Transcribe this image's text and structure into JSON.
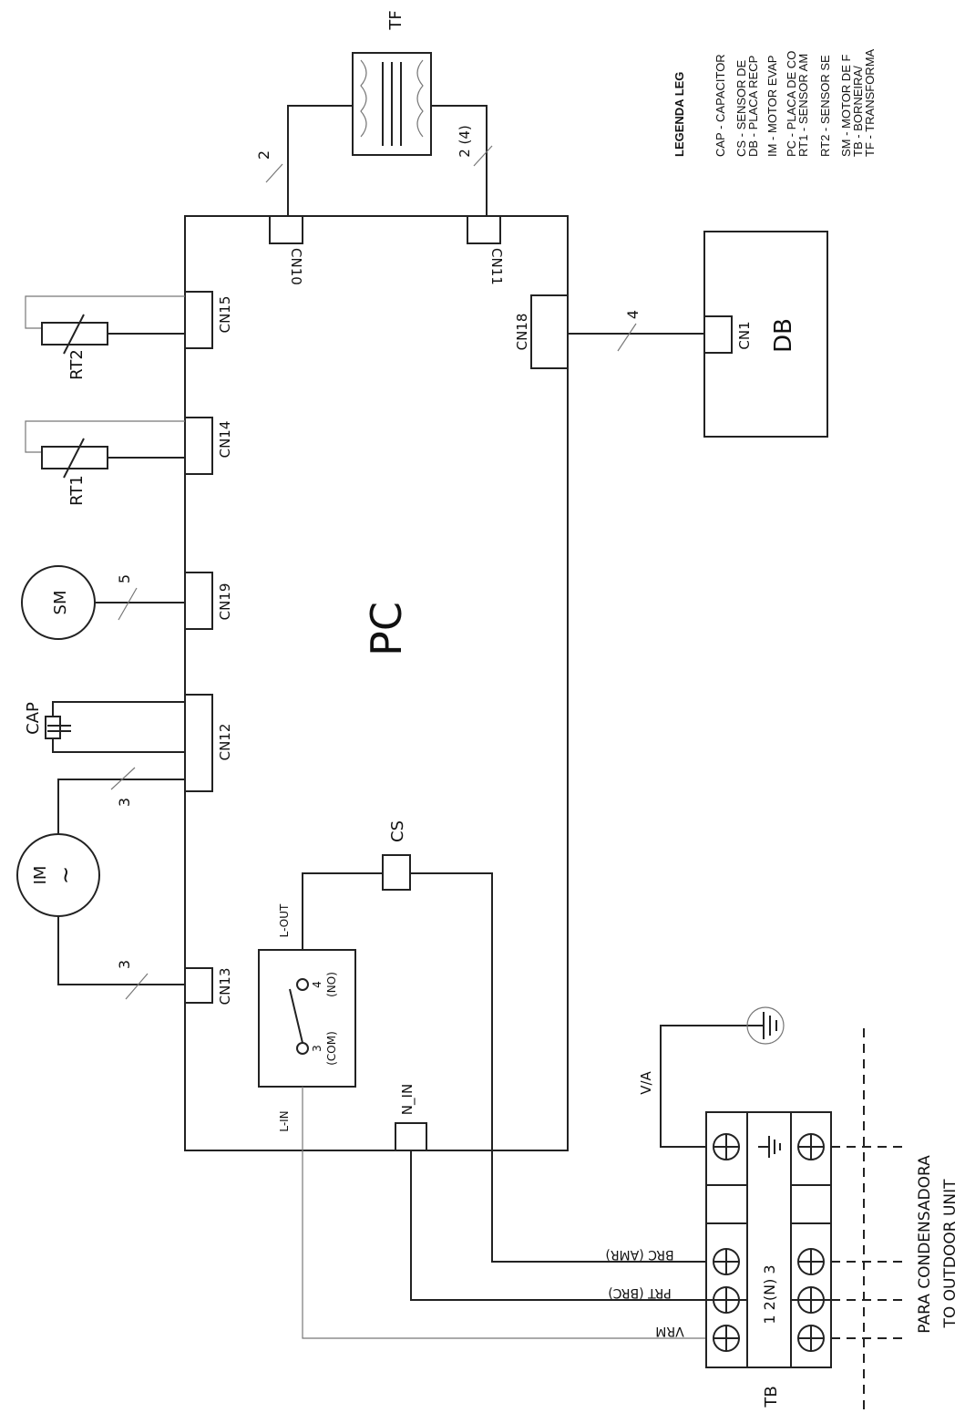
{
  "board_label": "PC",
  "components": {
    "transformer": "TF",
    "display_board": "DB",
    "terminal_block": "TB",
    "current_sensor": "CS",
    "indoor_motor": "IM",
    "indoor_motor_symbol": "~",
    "swing_motor": "SM",
    "capacitor": "CAP",
    "sensor_rt1": "RT1",
    "sensor_rt2": "RT2"
  },
  "connectors": {
    "cn10": "CN10",
    "cn11": "CN11",
    "cn18": "CN18",
    "cn1": "CN1",
    "cn15": "CN15",
    "cn14": "CN14",
    "cn19": "CN19",
    "cn12": "CN12",
    "cn13": "CN13",
    "n_in": "N_IN"
  },
  "wire_counts": {
    "tf_cn10": "2",
    "tf_cn11": "2 (4)",
    "cn18_db": "4",
    "sm_cn19": "5",
    "im_cn12": "3",
    "im_cn13": "3"
  },
  "relay": {
    "out": "L-OUT",
    "in": "L-IN",
    "no_pin": "4",
    "no_label": "(NO)",
    "com_pin": "3",
    "com_label": "(COM)"
  },
  "wire_colors": {
    "ground": "V/A",
    "brc_amr": "BRC (AMR)",
    "prt_brc": "PRT (BRC)",
    "vrm": "VRM"
  },
  "terminal_numbers": "1  2(N)  3",
  "outdoor_note": {
    "line1": "PARA CONDENSADORA",
    "line2": "TO OUTDOOR UNIT"
  },
  "legend": {
    "title": "LEGENDA LEG",
    "items": [
      "CAP - CAPACITOR",
      "CS - SENSOR DE",
      "DB - PLACA RECP",
      "IM - MOTOR EVAP",
      "PC - PLACA DE CO",
      "RT1 - SENSOR AM",
      "RT2 - SENSOR SE",
      "SM - MOTOR DE F",
      "TB - BORNEIRA/",
      "TF - TRANSFORMA"
    ]
  }
}
